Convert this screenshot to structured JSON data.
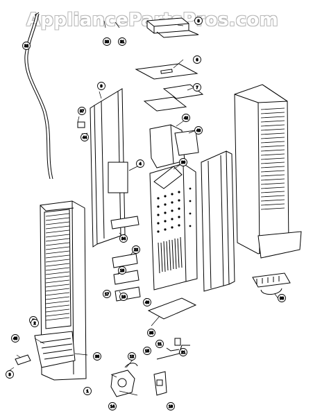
{
  "watermark": "AppliancePartsPros.com",
  "header_fragment": "∙ ∙ ∙ ∙ ∙ ∙ ∙ ∙",
  "callouts": [
    "32",
    "33",
    "31",
    "8",
    "6",
    "9",
    "7",
    "37",
    "42",
    "43",
    "44",
    "4",
    "39",
    "34",
    "22",
    "18",
    "40",
    "17",
    "19",
    "35",
    "5",
    "3",
    "45",
    "36",
    "12",
    "11",
    "15",
    "21",
    "14",
    "16",
    "1",
    "2",
    "38"
  ]
}
